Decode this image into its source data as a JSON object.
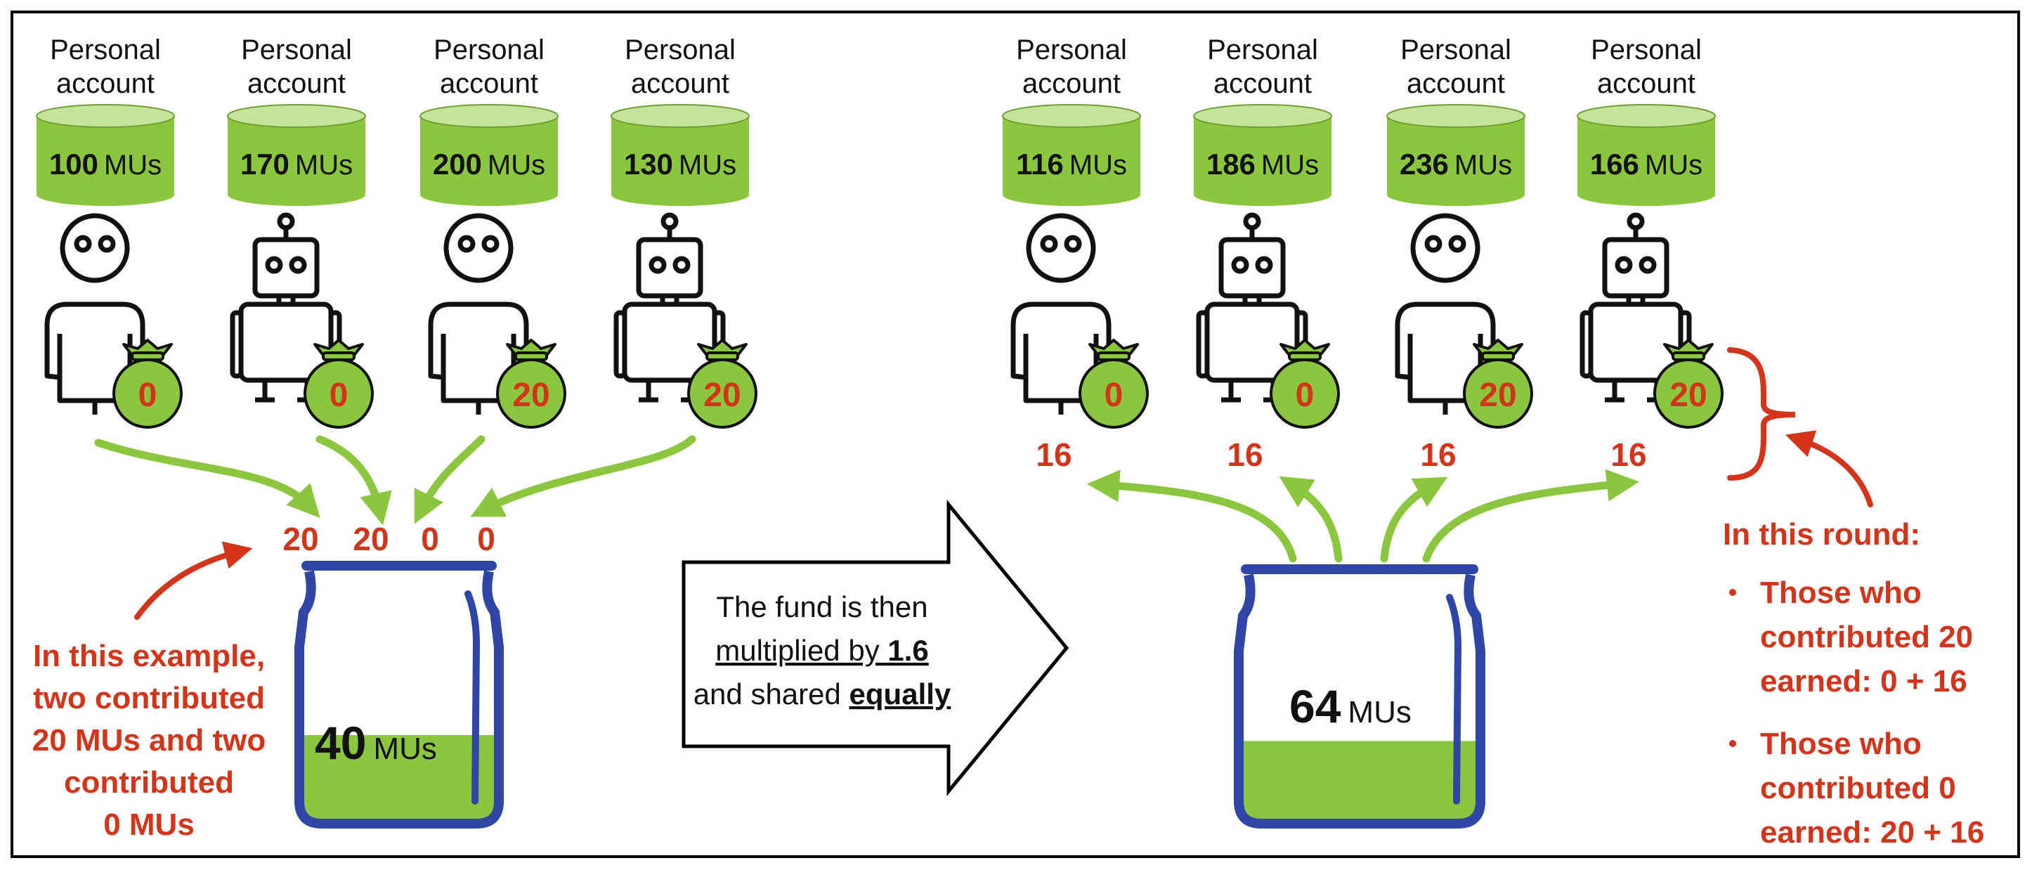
{
  "colors": {
    "green": "#8cc63f",
    "green_light": "#c5e39a",
    "jar_blue": "#2e46a8",
    "red": "#d4341a",
    "arrow_green": "#8cc63f"
  },
  "icons": {
    "human": "human-figure-icon",
    "robot": "robot-figure-icon",
    "bag": "money-bag-icon",
    "account": "account-cylinder-icon",
    "jar": "jar-icon"
  },
  "left": {
    "players": [
      {
        "label_line1": "Personal",
        "label_line2": "account",
        "amount": "100",
        "unit": "MUs",
        "type": "human",
        "contribution": "0"
      },
      {
        "label_line1": "Personal",
        "label_line2": "account",
        "amount": "170",
        "unit": "MUs",
        "type": "robot",
        "contribution": "0"
      },
      {
        "label_line1": "Personal",
        "label_line2": "account",
        "amount": "200",
        "unit": "MUs",
        "type": "human",
        "contribution": "20"
      },
      {
        "label_line1": "Personal",
        "label_line2": "account",
        "amount": "130",
        "unit": "MUs",
        "type": "robot",
        "contribution": "20"
      }
    ],
    "flow_values": [
      "20",
      "20",
      "0",
      "0"
    ],
    "jar_amount": "40",
    "jar_unit": "MUs",
    "jar_fill": 0.42,
    "note_lines": [
      "In this example,",
      "two contributed",
      "20 MUs and two",
      "contributed",
      "0 MUs"
    ]
  },
  "middle": {
    "line1": "The fund is then",
    "line2_a": "multiplied by ",
    "line2_b": "1.6",
    "line3_a": "and shared ",
    "line3_b": "equally"
  },
  "right": {
    "players": [
      {
        "label_line1": "Personal",
        "label_line2": "account",
        "amount": "116",
        "unit": "MUs",
        "type": "human",
        "contribution": "0",
        "share": "16"
      },
      {
        "label_line1": "Personal",
        "label_line2": "account",
        "amount": "186",
        "unit": "MUs",
        "type": "robot",
        "contribution": "0",
        "share": "16"
      },
      {
        "label_line1": "Personal",
        "label_line2": "account",
        "amount": "236",
        "unit": "MUs",
        "type": "human",
        "contribution": "20",
        "share": "16"
      },
      {
        "label_line1": "Personal",
        "label_line2": "account",
        "amount": "166",
        "unit": "MUs",
        "type": "robot",
        "contribution": "20",
        "share": "16"
      }
    ],
    "jar_amount": "64",
    "jar_unit": "MUs",
    "jar_fill": 0.4,
    "note_title": "In this round:",
    "bullet1_lines": [
      "Those who",
      "contributed 20",
      "earned: 0 + 16"
    ],
    "bullet2_lines": [
      "Those who",
      "contributed 0",
      "earned: 20 + 16"
    ]
  }
}
